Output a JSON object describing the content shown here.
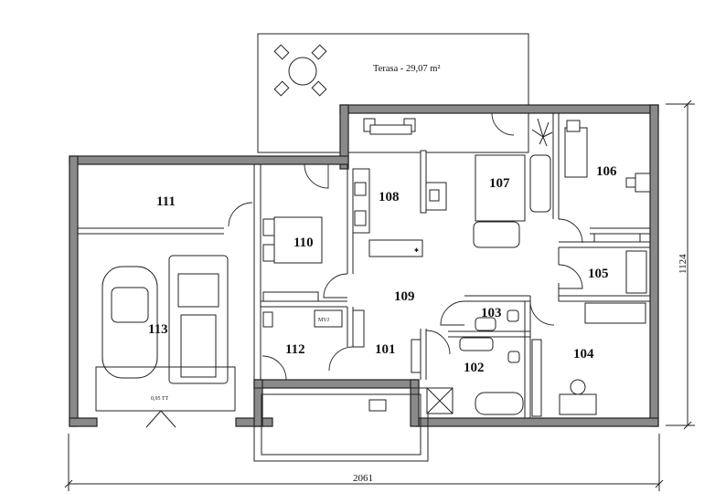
{
  "terrace_label": "Terasa - 29,07 m²",
  "rooms": {
    "r101": "101",
    "r102": "102",
    "r103": "103",
    "r104": "104",
    "r105": "105",
    "r106": "106",
    "r107": "107",
    "r108": "108",
    "r109": "109",
    "r110": "110",
    "r111": "111",
    "r112": "112",
    "r113": "113"
  },
  "dimensions": {
    "width": "2061",
    "height": "1124"
  },
  "labels": {
    "mvj": "MVJ",
    "gate_note": "0,95 TT"
  }
}
